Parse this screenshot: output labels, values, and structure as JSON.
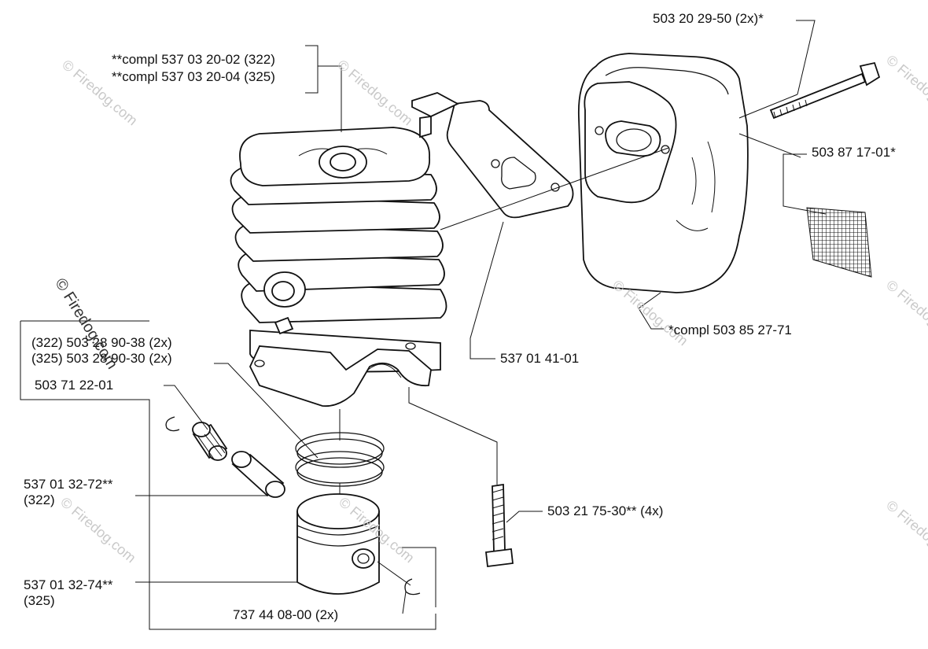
{
  "watermark": {
    "text": "© Firedog.com"
  },
  "labels": {
    "cylinder_a": "**compl 537 03 20-02 (322)",
    "cylinder_b": "**compl 537 03 20-04 (325)",
    "muffler_bolt": "503 20 29-50 (2x)*",
    "spark_screen": "503 87 17-01*",
    "muffler": "*compl 503 85 27-71",
    "gasket": "537 01 41-01",
    "gasket_kit_a": "(322) 503 28 90-38 (2x)",
    "gasket_kit_b": "(325) 503 28 90-30 (2x)",
    "needle_bearing": "503 71 22-01",
    "piston_a": "537 01 32-72**",
    "piston_a_model": "(322)",
    "piston_b": "537 01 32-74**",
    "piston_b_model": "(325)",
    "cylinder_screw": "503 21 75-30** (4x)",
    "circlip": "737 44 08-00 (2x)"
  }
}
